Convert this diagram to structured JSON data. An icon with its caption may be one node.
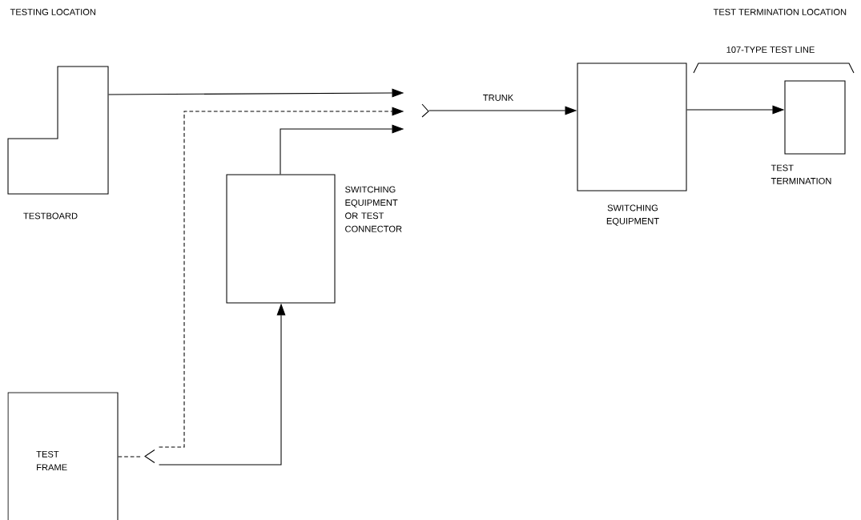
{
  "diagram": {
    "nodes": [
      {
        "text": [
          "TESTBOARD"
        ]
      },
      {
        "text": [
          "TEST FRAME"
        ]
      },
      {
        "text": [
          "SWITCHING EQUIPMENT OR TEST CONNECTOR"
        ]
      },
      {
        "text": [],
        "shape": "chevron"
      },
      {
        "text": [
          "SWITCHING EQUIPMENT"
        ]
      },
      {
        "text": [
          "TEST TERMINATION"
        ]
      },
      {
        "text": [],
        "shape": "chevron"
      }
    ],
    "edges": [
      {
        "from": 0,
        "to": 3,
        "arrow": "to"
      },
      {
        "from": 1,
        "to": 6,
        "arrow": "none",
        "style": "dashed"
      },
      {
        "from": 6,
        "to": 3,
        "arrow": "to",
        "style": "dashed"
      },
      {
        "from": 6,
        "to": 2,
        "arrow": "to"
      },
      {
        "from": 2,
        "to": 3,
        "arrow": "to"
      },
      {
        "from": 3,
        "to": 4,
        "arrow": "to",
        "label": "TRUNK"
      },
      {
        "from": 4,
        "to": 5,
        "arrow": "to"
      }
    ],
    "labels": [
      "TESTING LOCATION",
      "TEST TERMINATION LOCATION",
      "107-TYPE TEST LINE"
    ]
  }
}
